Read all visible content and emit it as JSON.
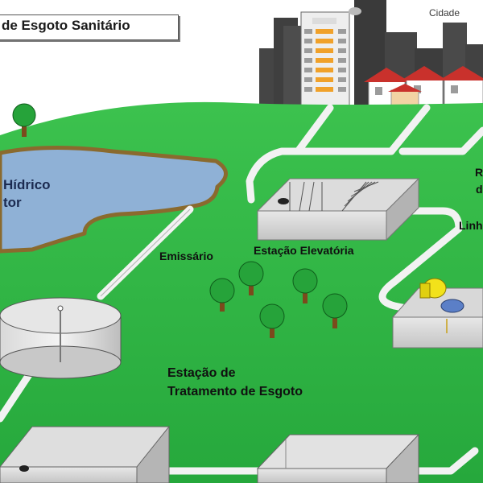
{
  "title": "de Esgoto Sanitário",
  "labels": {
    "cidade": "Cidade",
    "corpo_hidrico_line1": "Hídrico",
    "corpo_hidrico_line2": "tor",
    "emissario": "Emissário",
    "estacao_elevatoria": "Estação Elevatória",
    "linha_partial": "Linh",
    "right_partial_1": "R",
    "right_partial_2": "d",
    "ete_line1": "Estação de",
    "ete_line2": "Tratamento de Esgoto"
  },
  "colors": {
    "sky": "#ffffff",
    "ground": "#2fb545",
    "water": "#8fb1d6",
    "shore": "#8a6a2e",
    "pipe": "#f2f2f2",
    "building": "#3f3f3f",
    "roof": "#c9312c"
  }
}
